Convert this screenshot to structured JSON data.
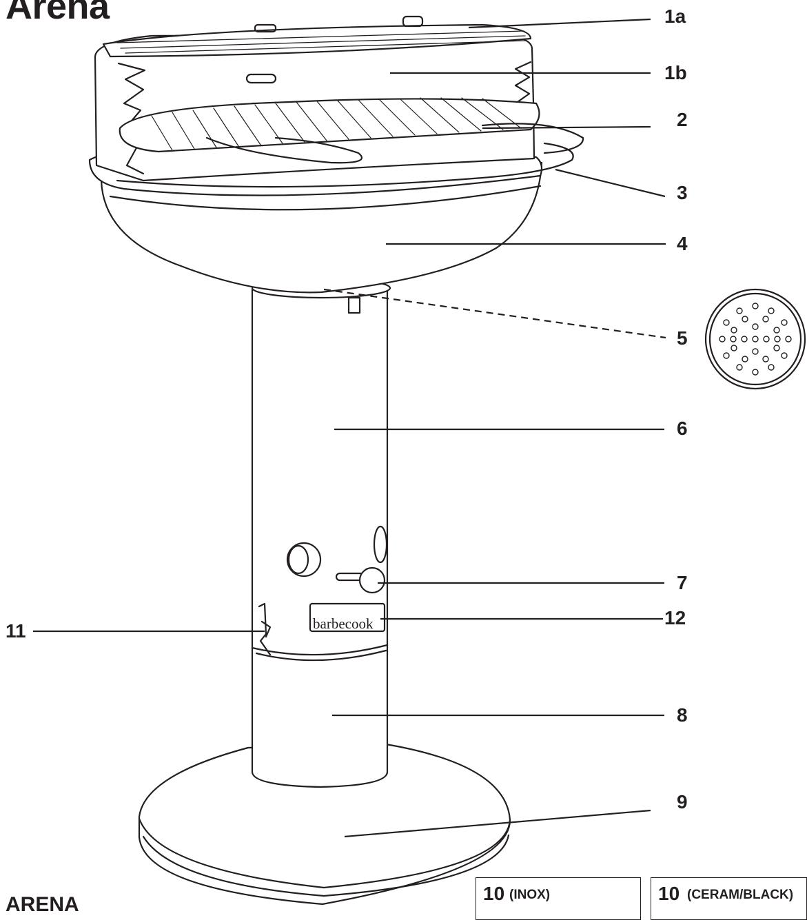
{
  "title": "Arena",
  "footer_title": "ARENA",
  "logo_text": "barbecook",
  "callouts": {
    "c1a": "1a",
    "c1b": "1b",
    "c2": "2",
    "c3": "3",
    "c4": "4",
    "c5": "5",
    "c6": "6",
    "c7": "7",
    "c8": "8",
    "c9": "9",
    "c11": "11",
    "c12": "12"
  },
  "variants": [
    {
      "number": "10",
      "label": "(INOX)"
    },
    {
      "number": "10",
      "label": "(CERAM/BLACK)"
    }
  ]
}
